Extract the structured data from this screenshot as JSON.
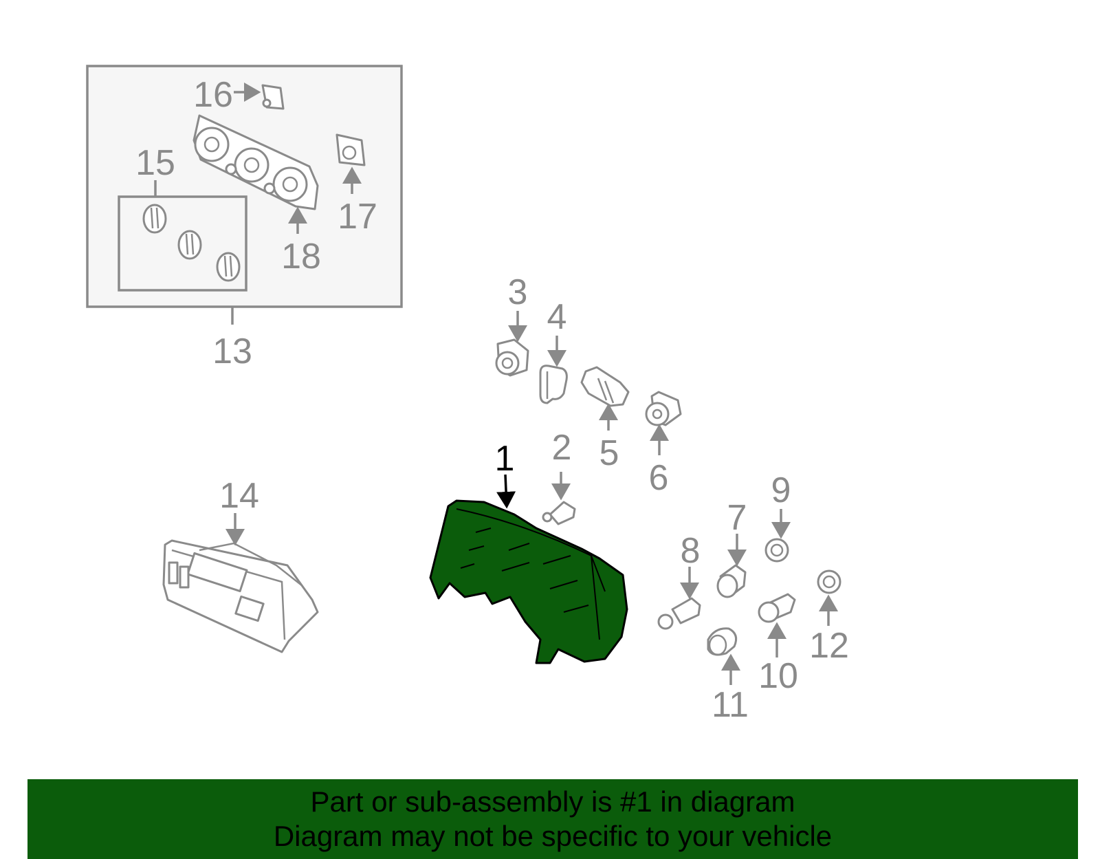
{
  "callouts": {
    "c1": "1",
    "c2": "2",
    "c3": "3",
    "c4": "4",
    "c5": "5",
    "c6": "6",
    "c7": "7",
    "c8": "8",
    "c9": "9",
    "c10": "10",
    "c11": "11",
    "c12": "12",
    "c13": "13",
    "c14": "14",
    "c15": "15",
    "c16": "16",
    "c17": "17",
    "c18": "18"
  },
  "highlighted_part": "1",
  "colors": {
    "highlight_fill": "#0b5c0b",
    "part_line": "#8a8a8a",
    "banner_bg": "#0b5c0b"
  },
  "banner": {
    "line1": "Part or sub-assembly is #1 in diagram",
    "line2": "Diagram may not be specific to your vehicle"
  }
}
